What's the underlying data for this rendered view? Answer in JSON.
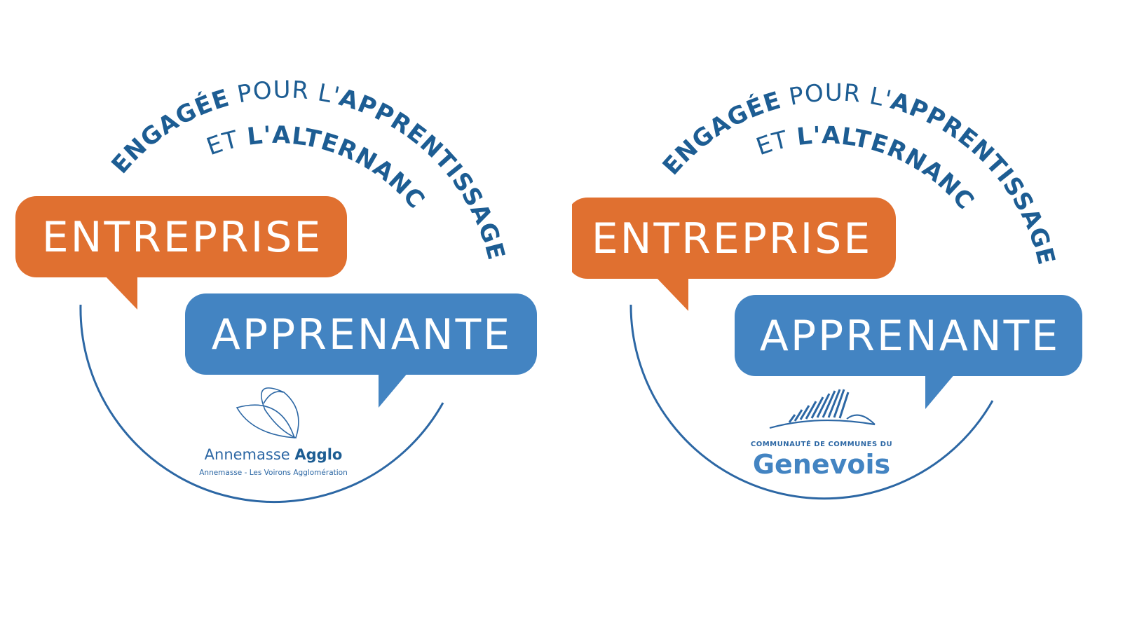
{
  "colors": {
    "orange": "#e07030",
    "blue": "#4384c2",
    "navy": "#1d5d93",
    "arc": "#2c67a4"
  },
  "badges": [
    {
      "arc_line1": {
        "a": "ENGAGÉE",
        "b": " POUR L'",
        "c": "APPRENTISSAGE"
      },
      "arc_line2": {
        "a": "ET ",
        "b": "L'ALTERNANCE"
      },
      "bubble_top": "ENTREPRISE",
      "bubble_bottom": "APPRENANTE",
      "partner": {
        "logo_icon": "leaf-loop-icon",
        "name_light": "Annemasse ",
        "name_bold": "Agglo",
        "subtitle": "Annemasse - Les Voirons Agglomération"
      }
    },
    {
      "arc_line1": {
        "a": "ENGAGÉE",
        "b": " POUR L'",
        "c": "APPRENTISSAGE"
      },
      "arc_line2": {
        "a": "ET ",
        "b": "L'ALTERNANCE"
      },
      "bubble_top": "ENTREPRISE",
      "bubble_bottom": "APPRENANTE",
      "partner": {
        "logo_icon": "mountain-ridge-icon",
        "small_caps": "COMMUNAUTÉ DE COMMUNES DU",
        "name_bold": "Genevois"
      }
    }
  ]
}
